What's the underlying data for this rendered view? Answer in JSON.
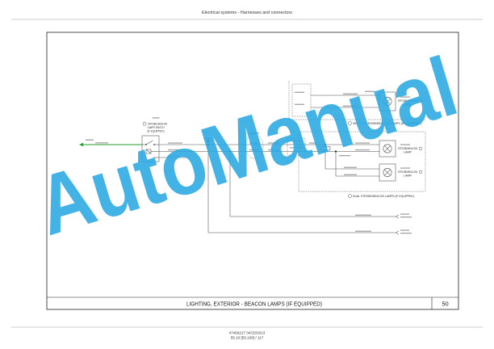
{
  "page": {
    "header_title": "Electrical systems - Harnesses and connectors",
    "footer_line1": "47466217 04/15/2013",
    "footer_line2": "55.10 [55.100] / 117"
  },
  "diagram": {
    "title": "LIGHTING, EXTERIOR - BEACON LAMPS (IF EQUIPPED)",
    "sheet_number": "50",
    "switch_label": [
      "STROBE BEACON",
      "LAMPS SWITCH",
      "(IF EQUIPPED)"
    ],
    "lamps": [
      {
        "label_lines": [
          "STROBE/BEACON",
          "LAMP"
        ]
      },
      {
        "label_lines": [
          "STROBE/BEACON",
          "LAMP"
        ]
      },
      {
        "label_lines": [
          "STROBE/BEACON",
          "LAMP"
        ]
      }
    ],
    "single_group_label": "SINGLE STROBE/BEACON LAMPS (IF EQUIPPED)",
    "dual_group_label": "DUAL STROBE/BEACON LAMPS (IF EQUIPPED)"
  },
  "watermark": {
    "text": "AutoManual",
    "color": "#29a9e1"
  },
  "colors": {
    "wire_green": "#1e9e2a",
    "line": "#4a4a4a"
  }
}
